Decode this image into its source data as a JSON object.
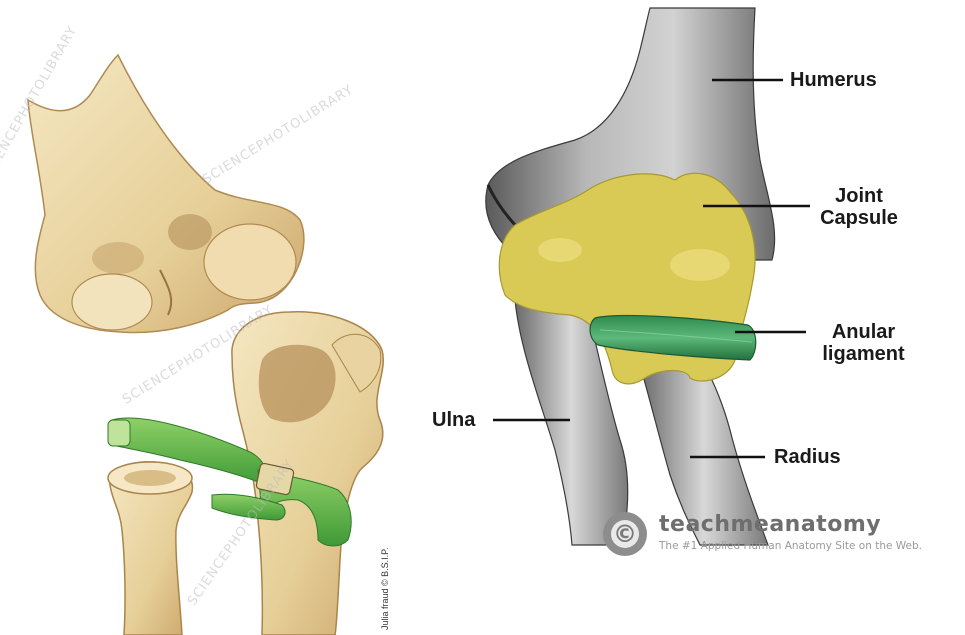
{
  "labels": {
    "humerus": "Humerus",
    "joint_capsule_line1": "Joint",
    "joint_capsule_line2": "Capsule",
    "anular_ligament_line1": "Anular",
    "anular_ligament_line2": "ligament",
    "ulna": "Ulna",
    "radius": "Radius"
  },
  "watermarks": {
    "left_image": "SCIENCEPHOTOLIBRARY",
    "left_image_partial": "LIBRARY"
  },
  "credit": "Julia fraud © B.S.I.P.",
  "brand": {
    "name": "teachmeanatomy",
    "tagline": "The #1 Applied Human Anatomy Site on the Web.",
    "logo_glyph": "©"
  },
  "colors": {
    "capsule": "#d8c857",
    "ligament": "#3f9a5a",
    "bone_grey": "#9a9a9a",
    "bone_cream": "#ecd8a8",
    "green_ligament_left": "#6fbf4a"
  }
}
